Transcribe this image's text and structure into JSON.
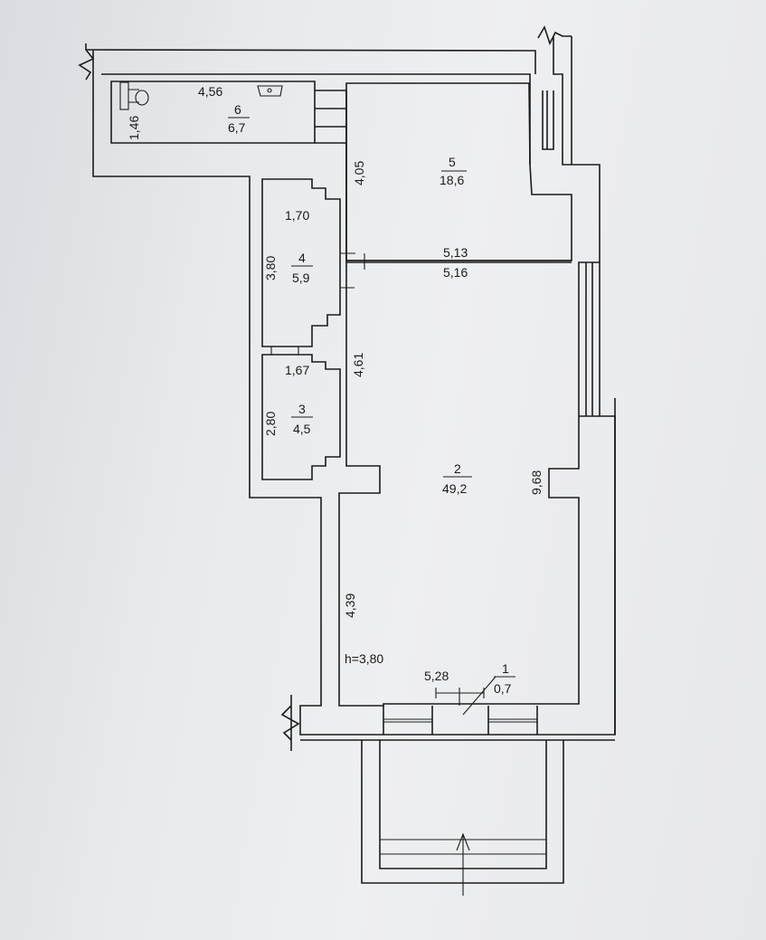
{
  "rooms": [
    {
      "number": "1",
      "area": "0,7"
    },
    {
      "number": "2",
      "area": "49,2"
    },
    {
      "number": "3",
      "area": "4,5"
    },
    {
      "number": "4",
      "area": "5,9"
    },
    {
      "number": "5",
      "area": "18,6"
    },
    {
      "number": "6",
      "area": "6,7"
    }
  ],
  "dimensions": {
    "room6_length": "4,56",
    "room6_width": "1,46",
    "room5_height": "4,05",
    "room5_width": "5,13",
    "room2_width_top": "5,16",
    "room4_width": "1,70",
    "room4_height": "3,80",
    "room3_width": "1,67",
    "room3_height": "2,80",
    "room2_left_upper": "4,61",
    "room2_left_lower": "4,39",
    "room2_right": "9,68",
    "room2_bottom": "5,28"
  },
  "ceiling_height": "h=3,80"
}
